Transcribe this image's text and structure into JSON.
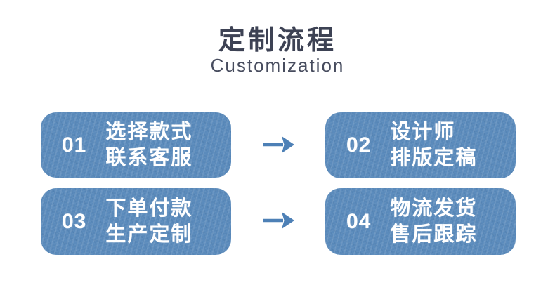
{
  "page": {
    "title": "定制流程",
    "subtitle": "Customization"
  },
  "colors": {
    "background": "#ffffff",
    "title_text": "#3d4254",
    "subtitle_text": "#474c5e",
    "card_blue": "#5b8bbc",
    "arrow_blue": "#4d80b6",
    "step_text": "#ffffff"
  },
  "steps": [
    {
      "number": "01",
      "line1": "选择款式",
      "line2": "联系客服"
    },
    {
      "number": "02",
      "line1": "设计师",
      "line2": "排版定稿"
    },
    {
      "number": "03",
      "line1": "下单付款",
      "line2": "生产定制"
    },
    {
      "number": "04",
      "line1": "物流发货",
      "line2": "售后跟踪"
    }
  ],
  "icons": {
    "arrow": "right-arrow"
  }
}
